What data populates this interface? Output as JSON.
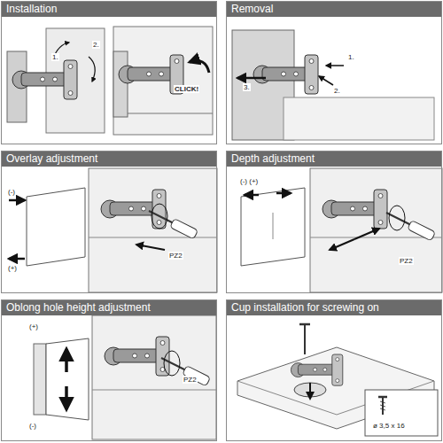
{
  "diagram": {
    "nodes": [
      {
        "text": [
          "Installation"
        ]
      },
      {
        "text": [
          "Removal"
        ]
      },
      {
        "text": [
          "Overlay adjustment"
        ]
      },
      {
        "text": [
          "Depth adjustment"
        ]
      },
      {
        "text": [
          "Oblong hole height adjustment"
        ]
      },
      {
        "text": [
          "Cup installation for screwing on"
        ]
      }
    ],
    "labels": [
      "1.",
      "2.",
      "CLICK!",
      "1.",
      "2.",
      "3.",
      "(-)",
      "(+)",
      "PZ2",
      "(-) (+)",
      "PZ2",
      "(+)",
      "(-)",
      "PZ2",
      "ø 3,5 x 16"
    ]
  }
}
